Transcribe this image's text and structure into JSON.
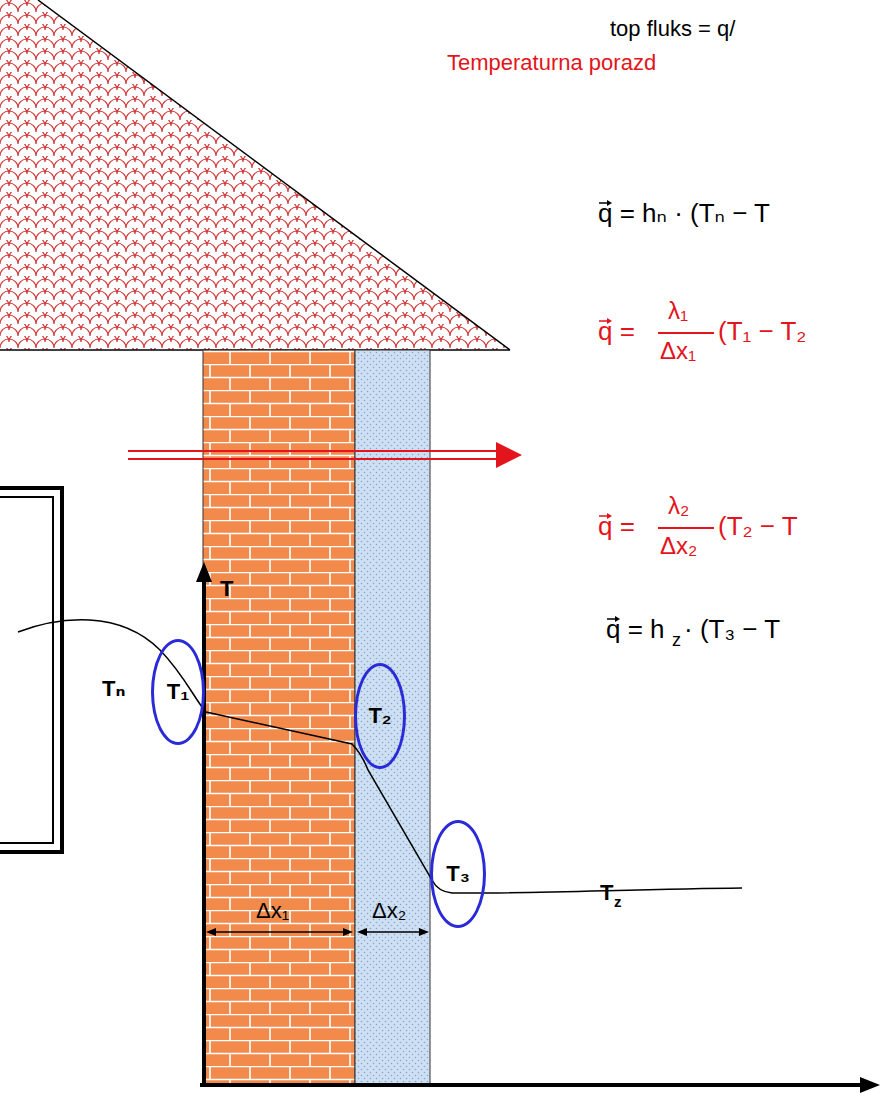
{
  "diagram": {
    "nodes": [
      {
        "text": [
          "T₁"
        ]
      },
      {
        "text": [
          "T₂"
        ]
      },
      {
        "text": [
          "T₃"
        ]
      }
    ],
    "labels": [
      "top fluks = q/",
      "Temperaturna porazd",
      "q = hₙ · (Tₙ − T",
      "q =",
      "λ₁",
      "Δx₁",
      "(T₁ − T₂",
      "q =",
      "λ₂",
      "Δx₂",
      "(T₂ − T",
      "q = h",
      "z",
      "· (T₃ − T",
      "T",
      "Tₙ",
      "T",
      "z",
      "Δx₁",
      "Δx₂"
    ]
  }
}
